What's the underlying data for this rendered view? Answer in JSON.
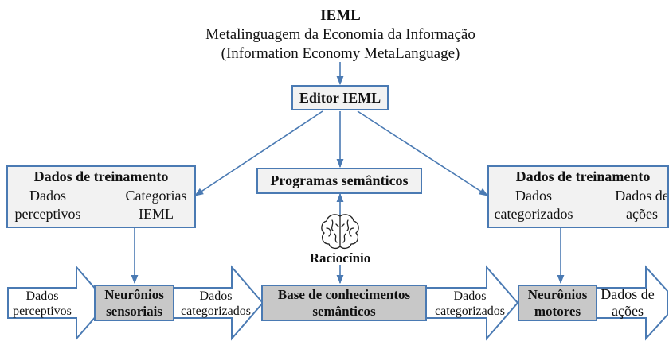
{
  "header": {
    "title": "IEML",
    "subtitle_pt": "Metalinguagem da Economia da Informação",
    "subtitle_en": "(Information Economy MetaLanguage)"
  },
  "editor": {
    "label": "Editor IEML"
  },
  "programs": {
    "label": "Programas semânticos"
  },
  "reasoning": {
    "label": "Raciocínio",
    "icon": "brain-icon"
  },
  "training_left": {
    "title": "Dados de treinamento",
    "left_line1": "Dados",
    "left_line2": "perceptivos",
    "right_line1": "Categorias",
    "right_line2": "IEML"
  },
  "training_right": {
    "title": "Dados de treinamento",
    "left_line1": "Dados",
    "left_line2": "categorizados",
    "right_line1": "Dados de",
    "right_line2": "ações"
  },
  "pipeline": {
    "in_1": "Dados",
    "in_2": "perceptivos",
    "sensory_1": "Neurônios",
    "sensory_2": "sensoriais",
    "cat1_1": "Dados",
    "cat1_2": "categorizados",
    "kb_1": "Base de conhecimentos",
    "kb_2": "semânticos",
    "cat2_1": "Dados",
    "cat2_2": "categorizados",
    "motor_1": "Neurônios",
    "motor_2": "motores",
    "out_1": "Dados de",
    "out_2": "ações"
  },
  "colors": {
    "line": "#4a7ab3",
    "box_light": "#f2f2f2",
    "box_dark": "#c8c8c8"
  }
}
